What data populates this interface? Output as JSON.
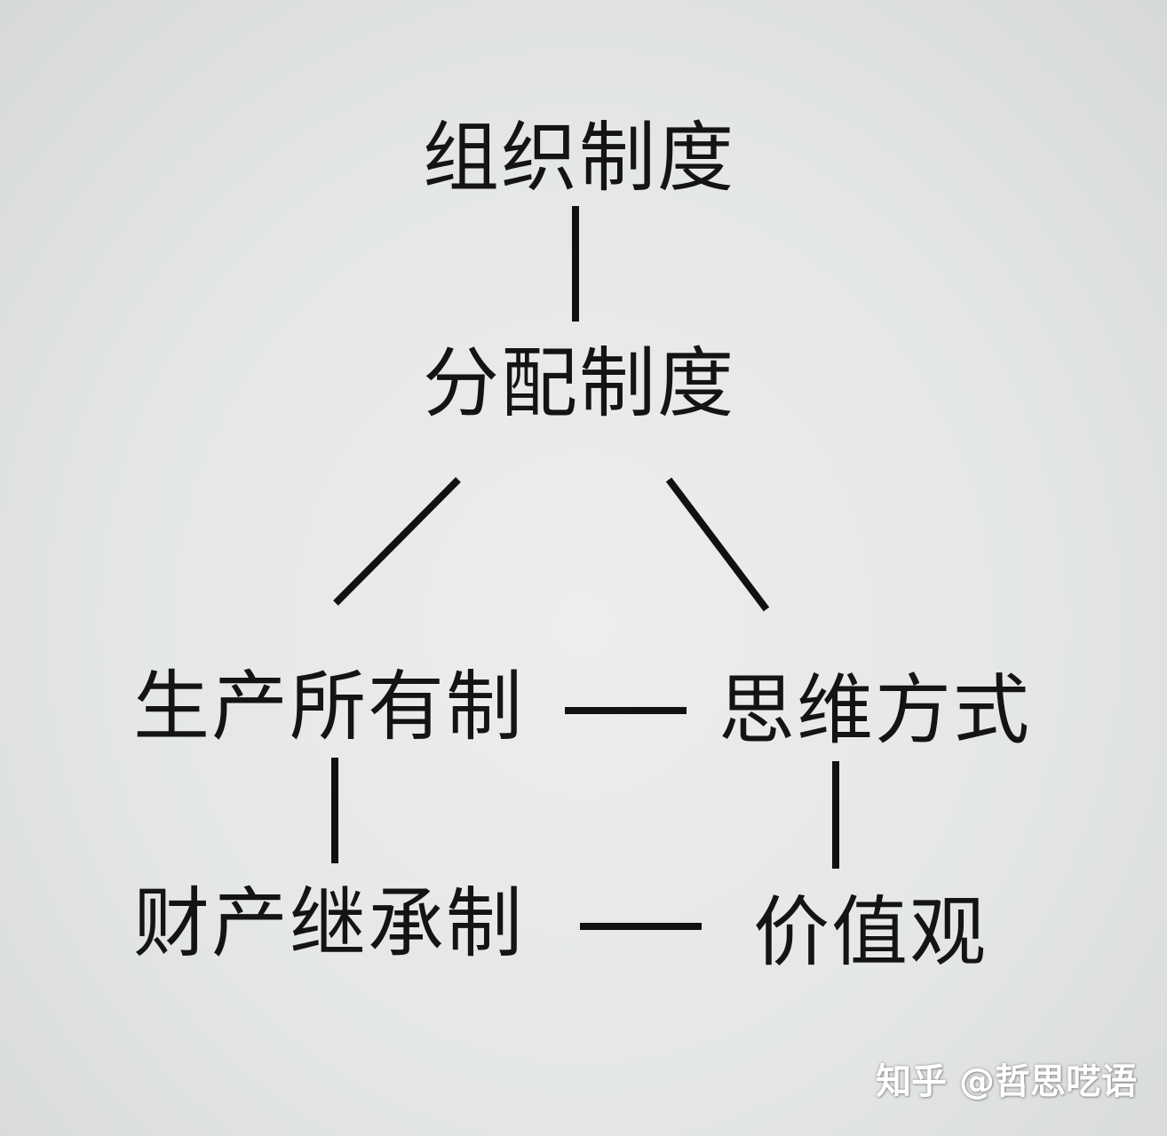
{
  "diagram": {
    "nodes": {
      "organization_system": "组织制度",
      "distribution_system": "分配制度",
      "production_ownership": "生产所有制",
      "way_of_thinking": "思维方式",
      "property_inheritance": "财产继承制",
      "values": "价值观"
    },
    "connections": [
      [
        "organization_system",
        "distribution_system"
      ],
      [
        "distribution_system",
        "production_ownership"
      ],
      [
        "distribution_system",
        "way_of_thinking"
      ],
      [
        "production_ownership",
        "way_of_thinking"
      ],
      [
        "production_ownership",
        "property_inheritance"
      ],
      [
        "way_of_thinking",
        "values"
      ],
      [
        "property_inheritance",
        "values"
      ]
    ],
    "text_color": "#141414",
    "line_color": "#111111",
    "background_color": "#e6e9e6"
  },
  "watermark": {
    "text": "知乎 @哲思呓语"
  }
}
